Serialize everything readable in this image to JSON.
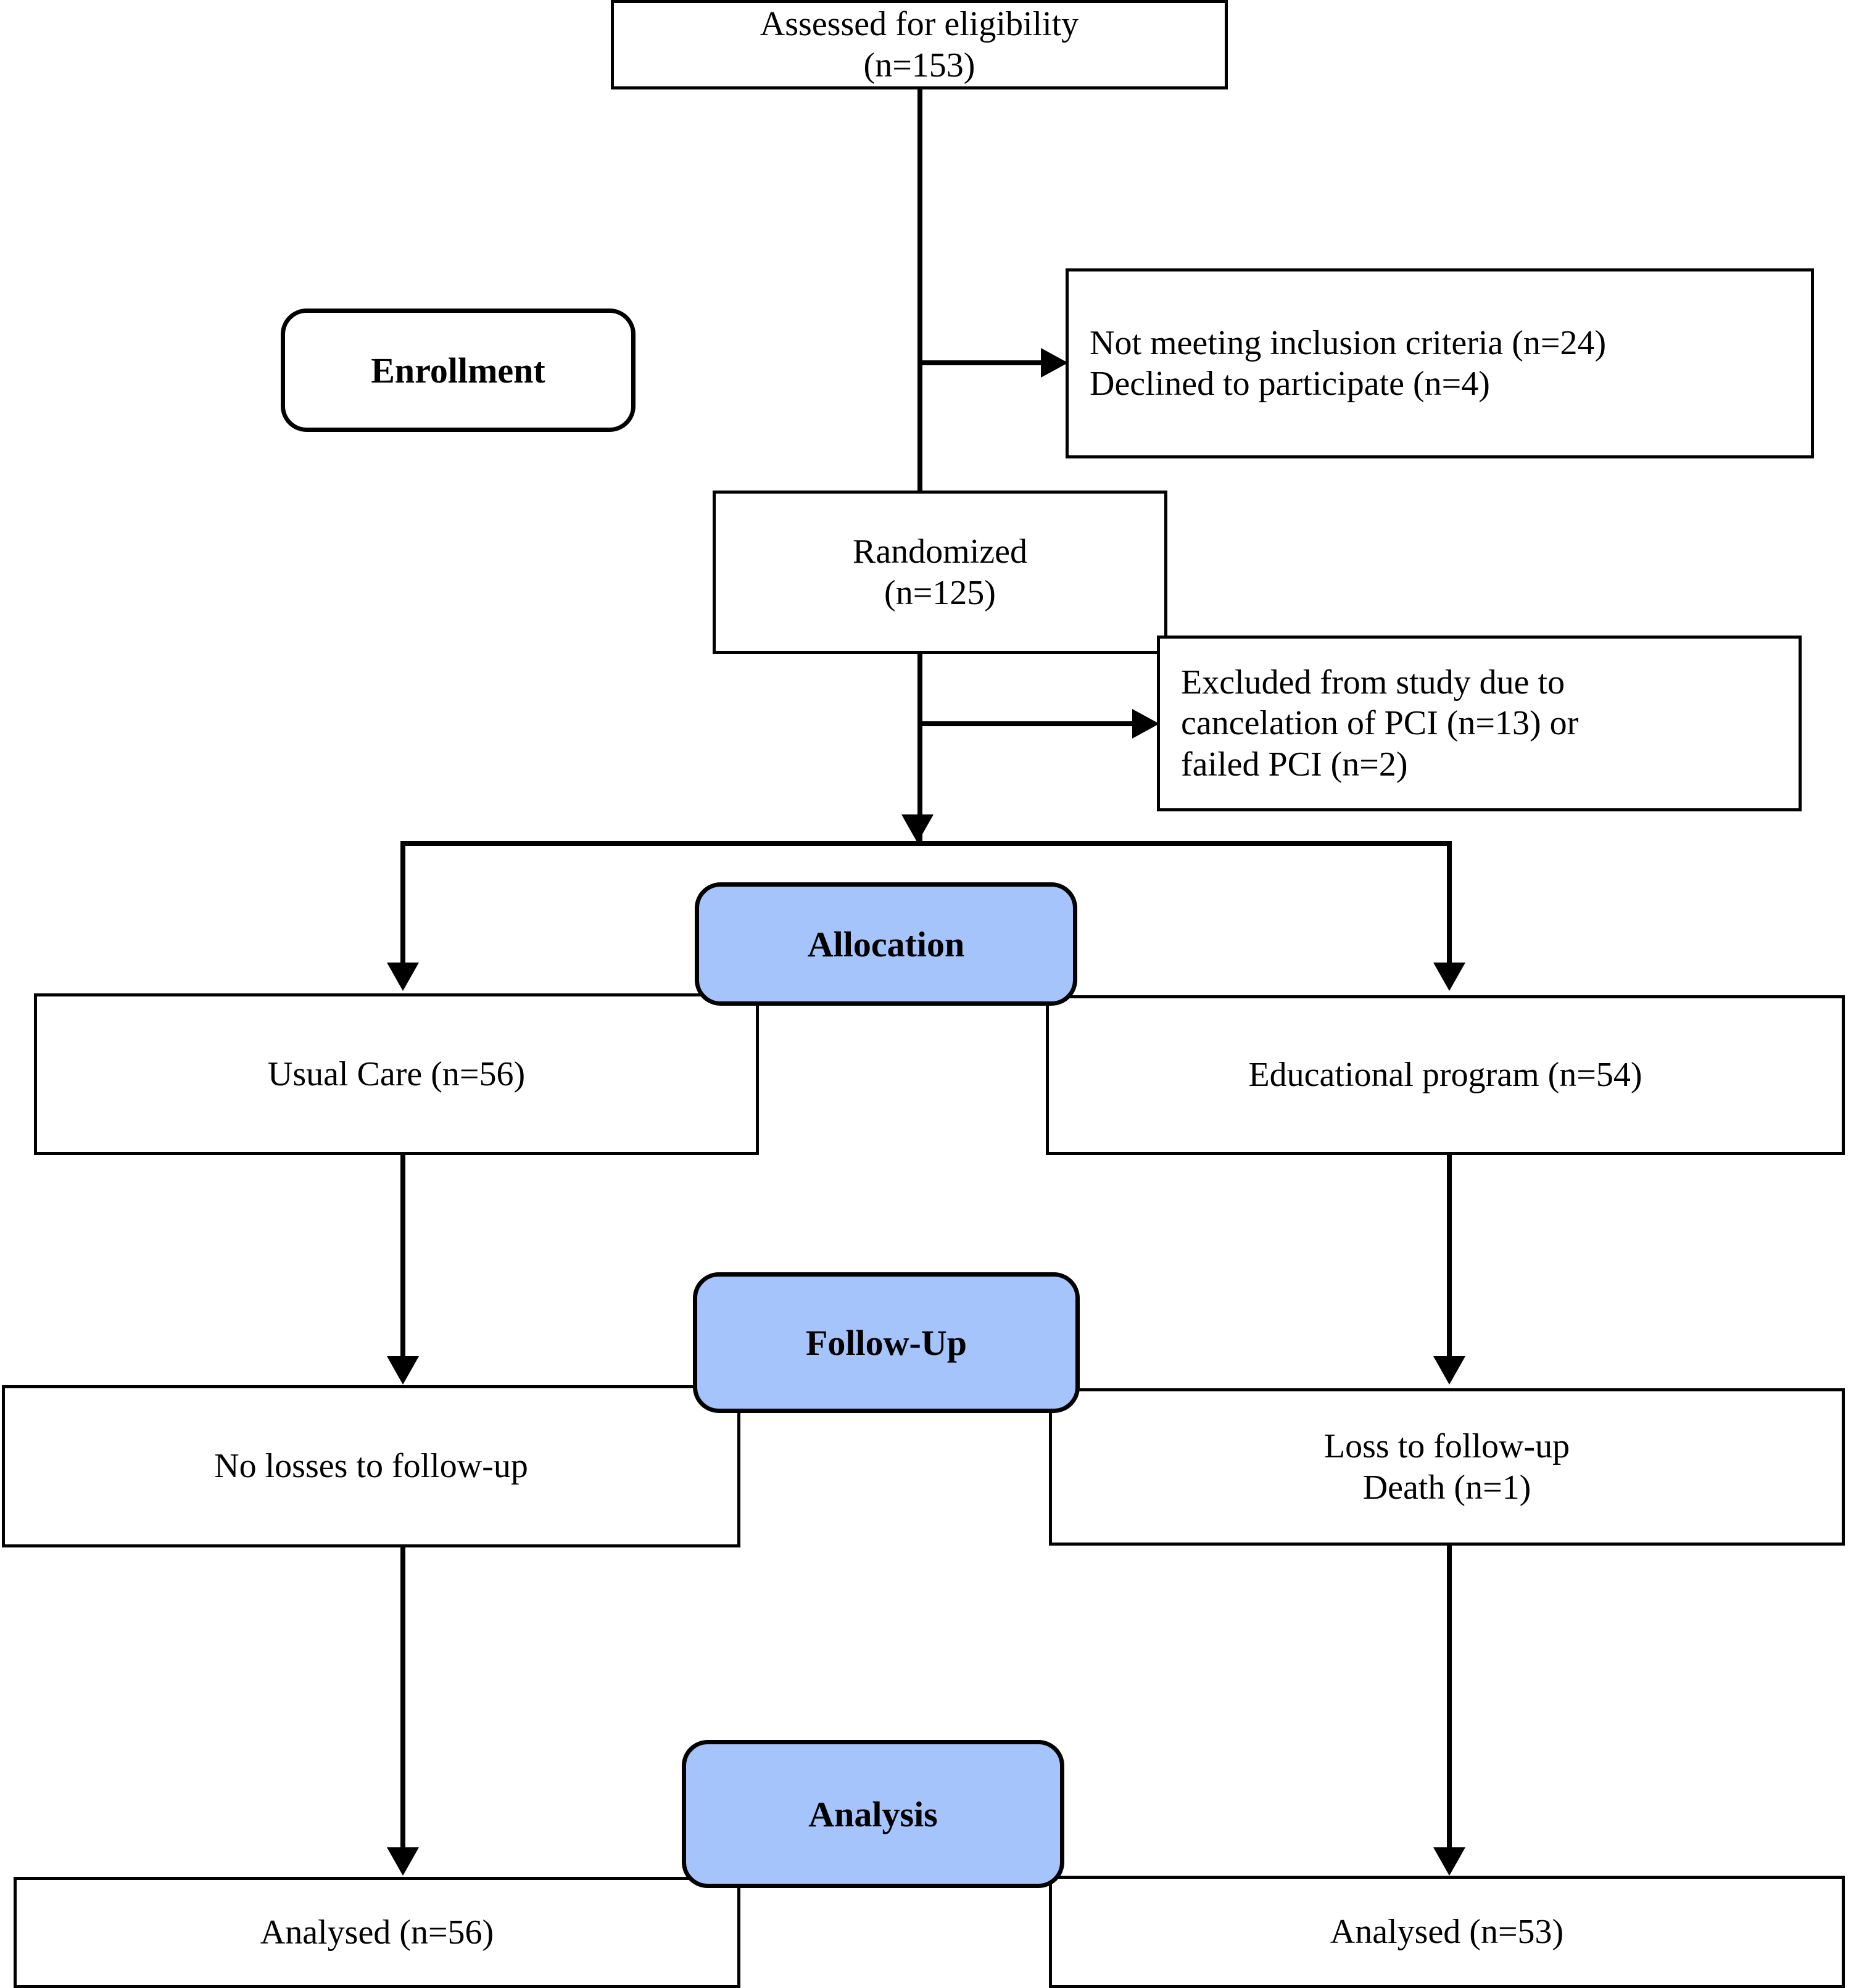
{
  "diagram": {
    "type": "CONSORT participant flow diagram",
    "accent_color": "#a5c4fc",
    "line_color": "#000000",
    "background_color": "#ffffff"
  },
  "stages": {
    "enrollment": "Enrollment",
    "allocation": "Allocation",
    "followup": "Follow-Up",
    "analysis": "Analysis"
  },
  "nodes": {
    "assessed": "Assessed for eligibility\n(n=153)",
    "excluded_enrollment": "Not meeting inclusion criteria (n=24)\nDeclined to participate (n=4)",
    "randomized": "Randomized\n(n=125)",
    "excluded_pci": "Excluded from study due to\ncancelation of PCI (n=13) or\nfailed PCI (n=2)",
    "alloc_left": "Usual Care (n=56)",
    "alloc_right": "Educational program (n=54)",
    "followup_left": "No losses to follow-up",
    "followup_right": "Loss to follow-up\nDeath (n=1)",
    "analysis_left": "Analysed (n=56)",
    "analysis_right": "Analysed (n=53)"
  },
  "counts": {
    "assessed_for_eligibility": 153,
    "not_meeting_inclusion_criteria": 24,
    "declined_to_participate": 4,
    "randomized": 125,
    "excluded_cancelation_of_pci": 13,
    "excluded_failed_pci": 2,
    "allocated_usual_care": 56,
    "allocated_educational_program": 54,
    "lost_to_followup_death_right": 1,
    "analysed_usual_care": 56,
    "analysed_educational_program": 53
  }
}
